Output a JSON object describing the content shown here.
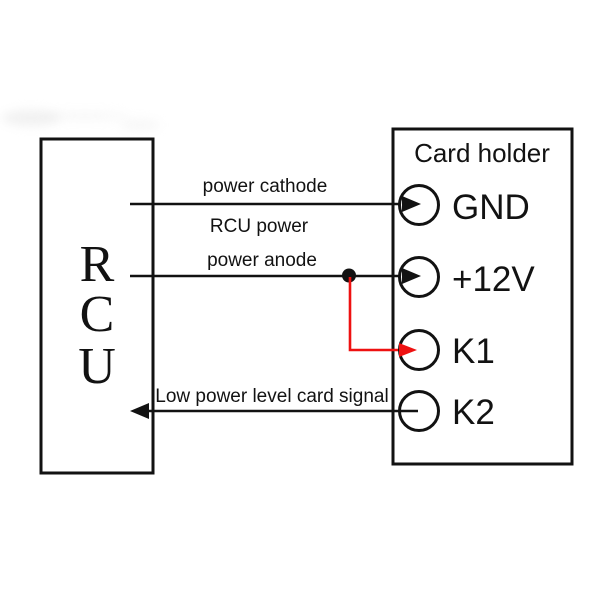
{
  "colors": {
    "ink": "#121212",
    "accent_red": "#ee1111",
    "background": "#ffffff"
  },
  "left_box": {
    "title": "RCU",
    "letters": [
      "R",
      "C",
      "U"
    ]
  },
  "right_box": {
    "title": "Card holder",
    "terminals": [
      {
        "name": "GND"
      },
      {
        "name": "+12V"
      },
      {
        "name": "K1"
      },
      {
        "name": "K2"
      }
    ]
  },
  "wires": {
    "cathode_label": "power cathode",
    "rcu_power_label": "RCU power",
    "anode_label": "power anode",
    "signal_label": "Low power level card signal"
  }
}
